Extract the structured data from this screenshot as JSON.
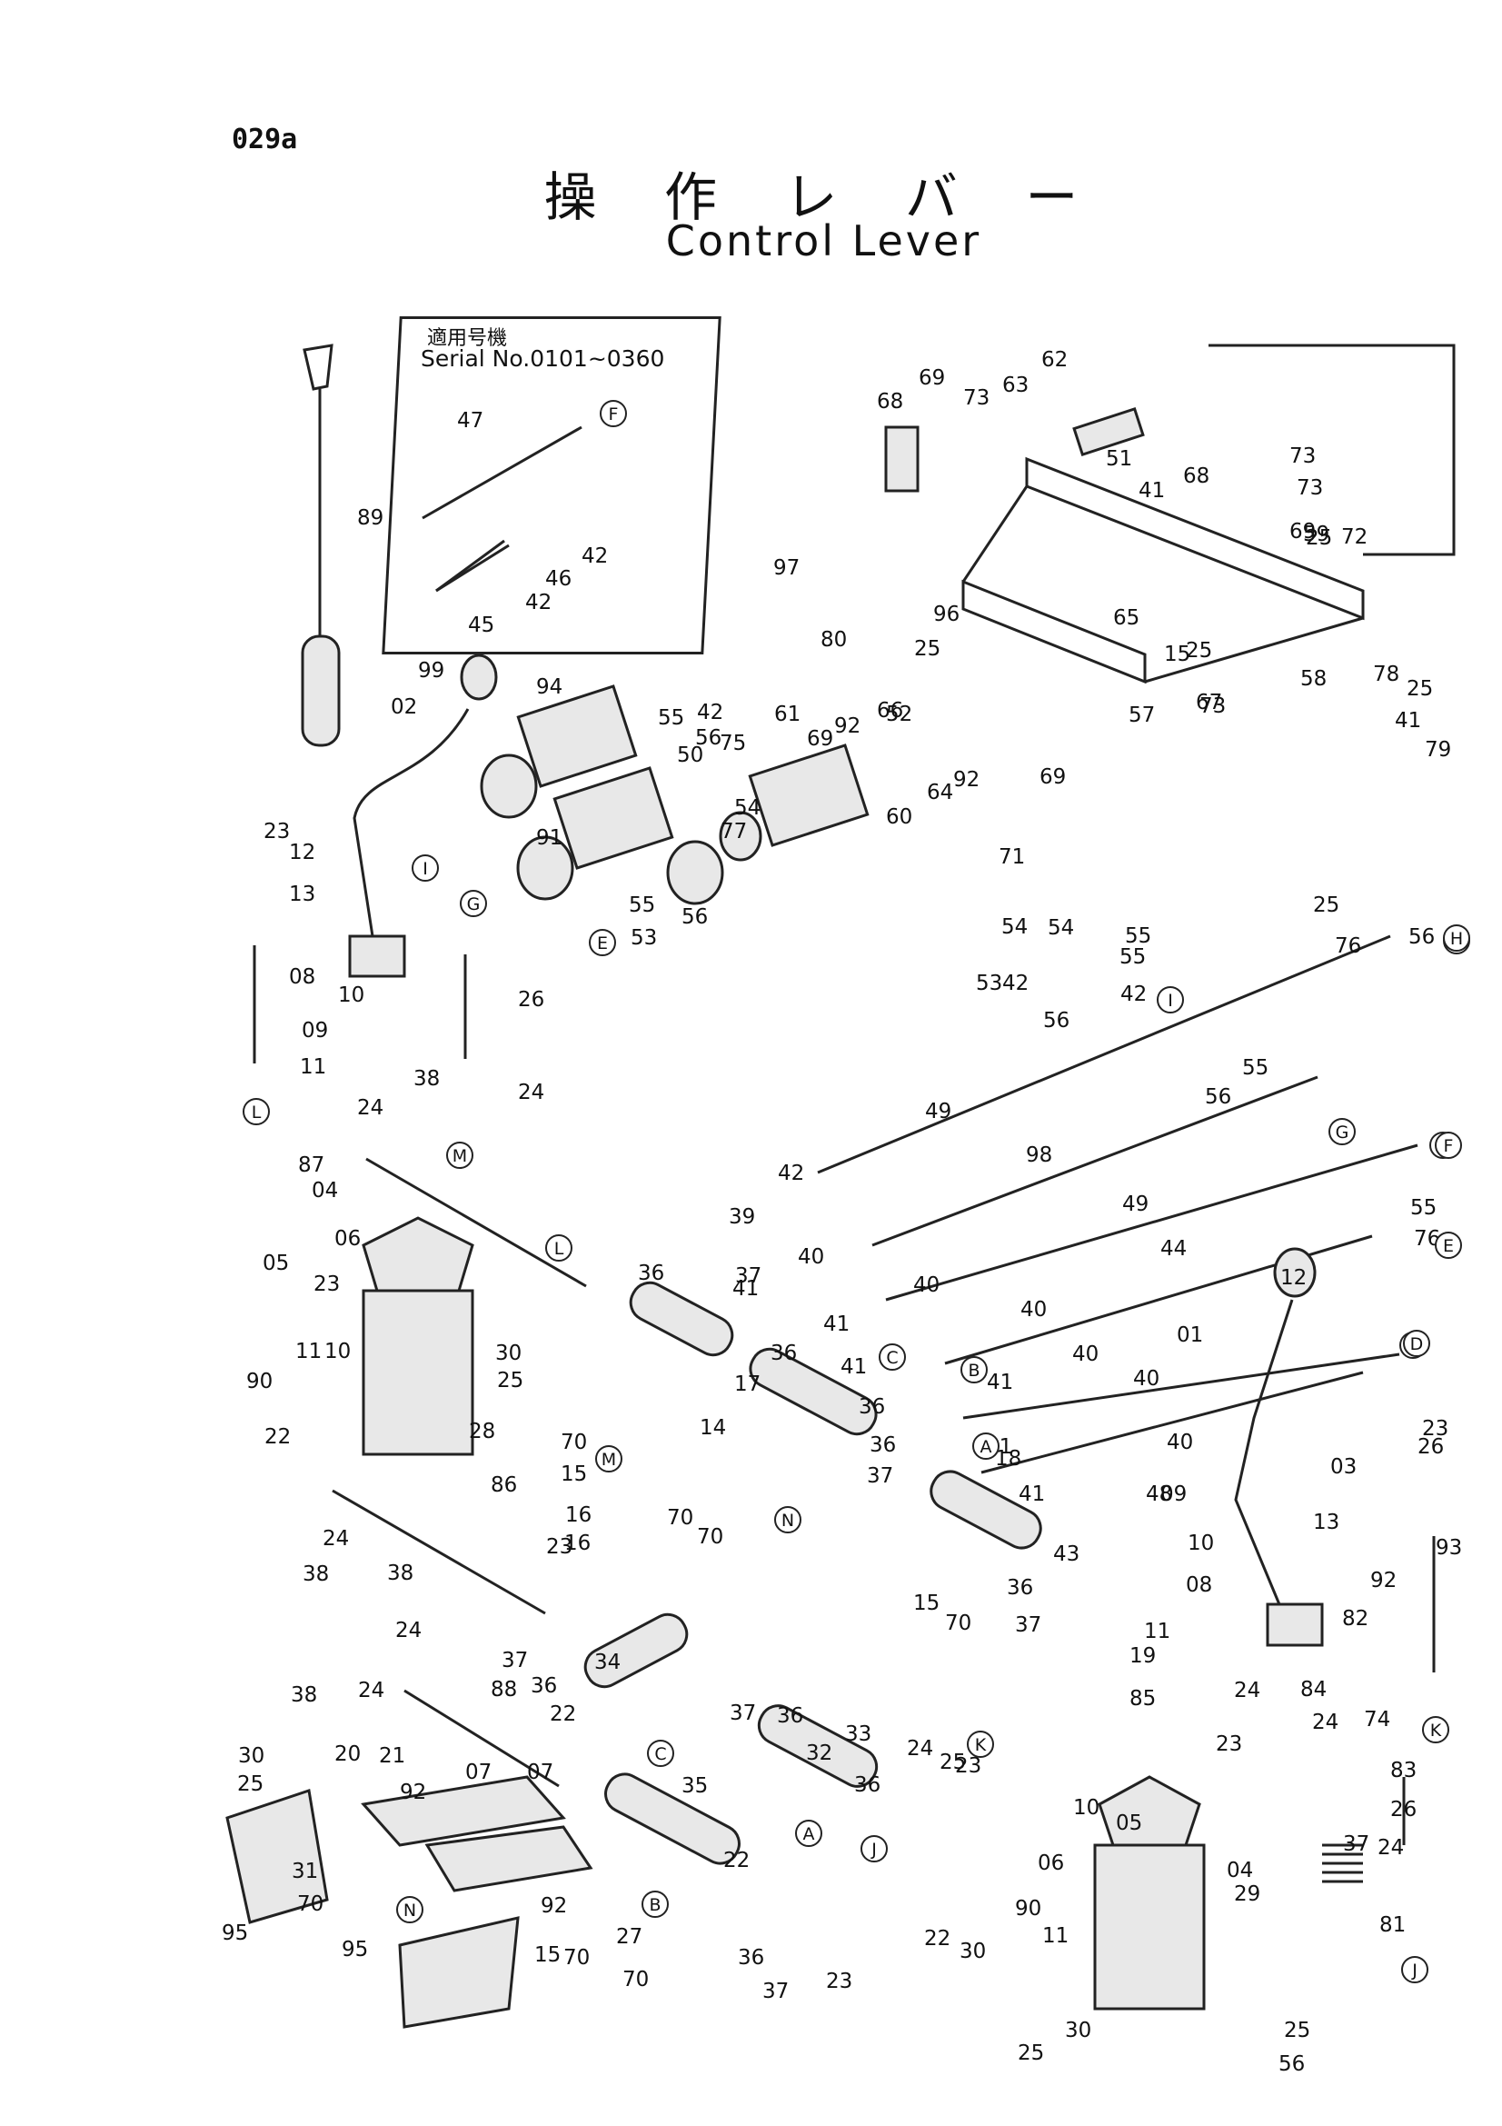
{
  "page_code": "029a",
  "title_jp": "操 作 レ バ ー",
  "title_en": "Control Lever",
  "inset": {
    "applicable_jp": "適用号機",
    "serial": "Serial No.0101~0360",
    "callouts": [
      "47",
      "46",
      "42",
      "45",
      "42"
    ],
    "letters": [
      "F"
    ]
  },
  "callouts": [
    "89",
    "99",
    "02",
    "23",
    "12",
    "13",
    "08",
    "10",
    "11",
    "09",
    "26",
    "24",
    "38",
    "24",
    "87",
    "04",
    "06",
    "05",
    "23",
    "90",
    "11",
    "10",
    "22",
    "28",
    "30",
    "25",
    "70",
    "15",
    "14",
    "16",
    "70",
    "16",
    "70",
    "86",
    "24",
    "38",
    "24",
    "38",
    "23",
    "37",
    "36",
    "22",
    "34",
    "38",
    "24",
    "88",
    "30",
    "20",
    "21",
    "25",
    "92",
    "07",
    "07",
    "31",
    "70",
    "95",
    "95",
    "15",
    "70",
    "92",
    "27",
    "70",
    "35",
    "33",
    "36",
    "37",
    "23",
    "22",
    "24",
    "25",
    "23",
    "36",
    "37",
    "36",
    "32",
    "36",
    "37",
    "36",
    "17",
    "36",
    "37",
    "36",
    "18",
    "15",
    "70",
    "36",
    "37",
    "39",
    "42",
    "40",
    "41",
    "40",
    "41",
    "40",
    "41",
    "40",
    "41",
    "40",
    "41",
    "40",
    "41",
    "48",
    "43",
    "49",
    "98",
    "49",
    "44",
    "01",
    "03",
    "12",
    "13",
    "09",
    "10",
    "08",
    "11",
    "19",
    "85",
    "92",
    "82",
    "24",
    "23",
    "24",
    "84",
    "74",
    "83",
    "26",
    "24",
    "81",
    "37",
    "04",
    "29",
    "05",
    "06",
    "10",
    "11",
    "90",
    "22",
    "30",
    "25",
    "30",
    "25",
    "56",
    "55",
    "42",
    "76",
    "56",
    "55",
    "56",
    "55",
    "76",
    "23",
    "26",
    "93",
    "94",
    "91",
    "77",
    "54",
    "53",
    "55",
    "56",
    "55",
    "56",
    "50",
    "42",
    "75",
    "80",
    "97",
    "25",
    "96",
    "66",
    "92",
    "69",
    "52",
    "54",
    "61",
    "64",
    "60",
    "92",
    "69",
    "57",
    "65",
    "25",
    "73",
    "67",
    "15",
    "58",
    "78",
    "25",
    "79",
    "41",
    "68",
    "69",
    "73",
    "63",
    "62",
    "51",
    "41",
    "68",
    "73",
    "73",
    "69",
    "72",
    "25",
    "59",
    "25",
    "71",
    "42",
    "54",
    "53",
    "55",
    "56"
  ],
  "letters": [
    "I",
    "G",
    "E",
    "H",
    "F",
    "D",
    "L",
    "M",
    "L",
    "N",
    "C",
    "B",
    "A",
    "K",
    "J",
    "N",
    "A",
    "B",
    "M",
    "C",
    "J",
    "K",
    "I",
    "G",
    "F",
    "E",
    "D",
    "H"
  ]
}
